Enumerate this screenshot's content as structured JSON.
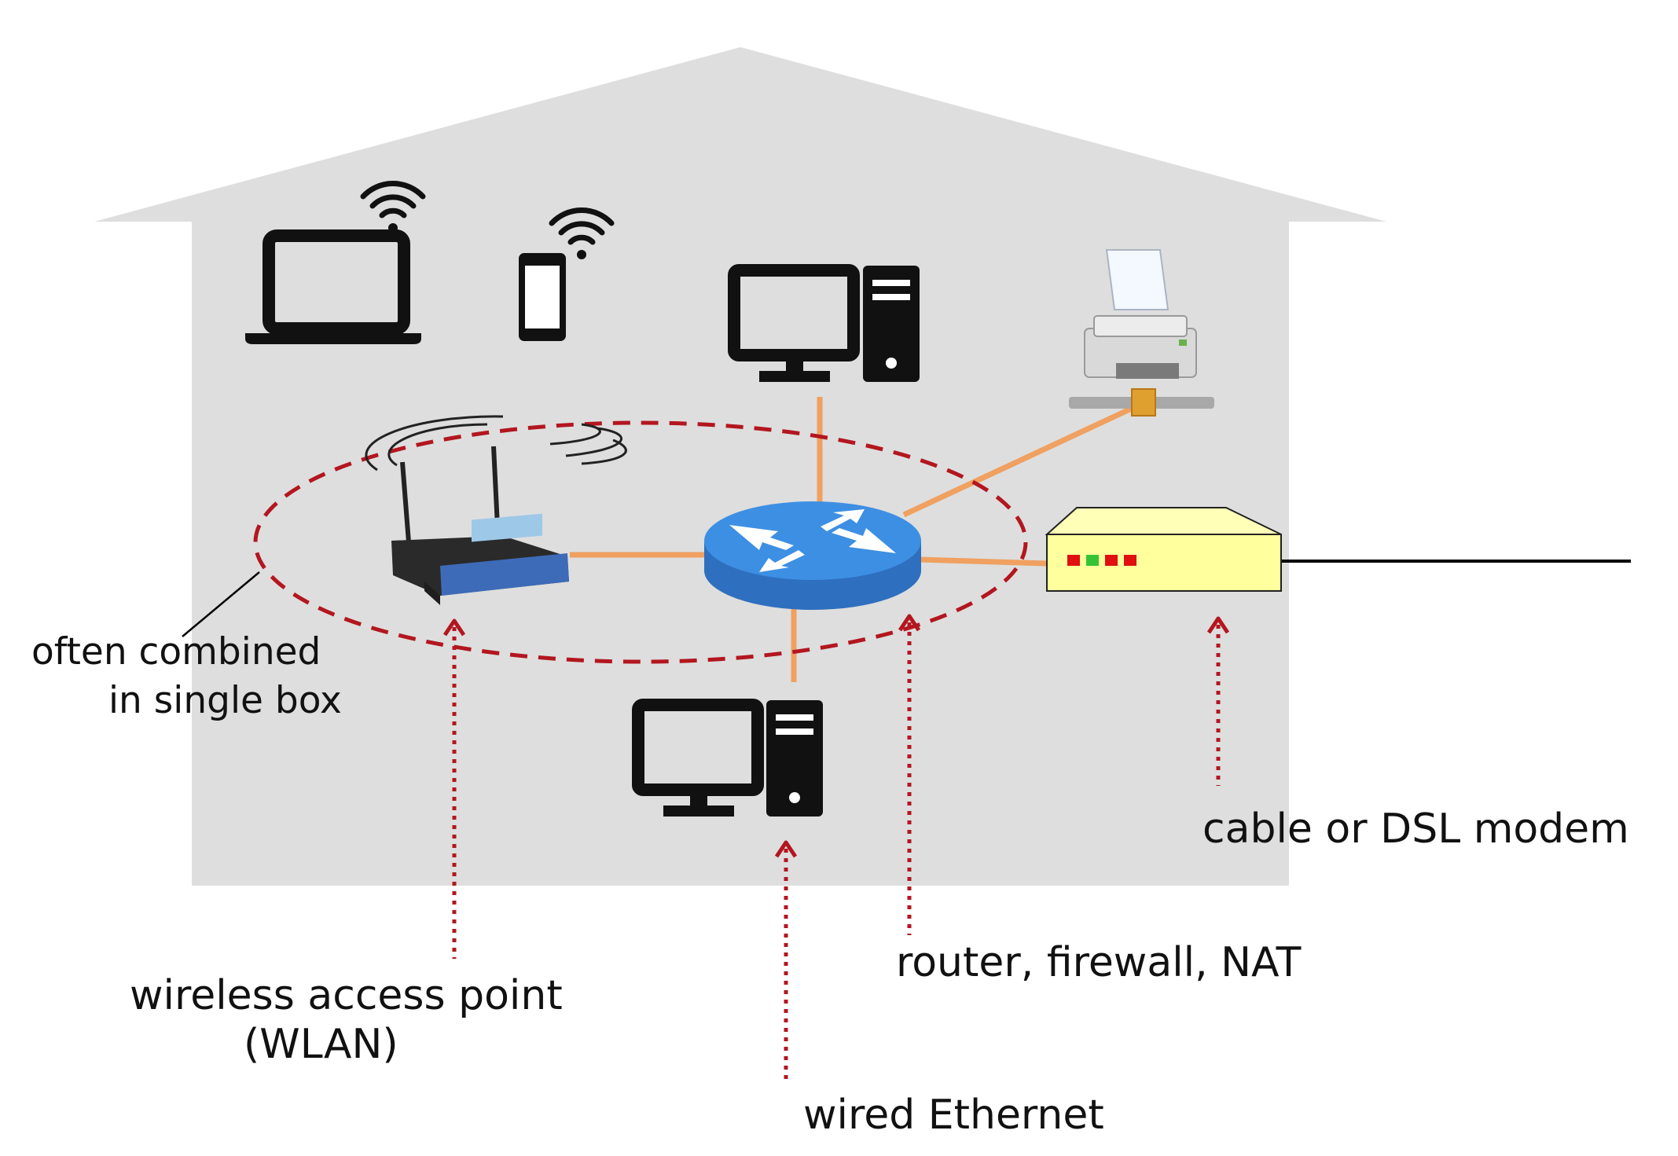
{
  "labels": {
    "combined_line1": "often combined",
    "combined_line2": "in single box",
    "modem": "cable or DSL modem",
    "router": "router, firewall, NAT",
    "wap_line1": "wireless access point",
    "wap_line2": "(WLAN)",
    "ethernet": "wired Ethernet"
  },
  "colors": {
    "house": "#dedede",
    "cable": "#f0a060",
    "dashed": "#b3161f",
    "router_body": "#2f77c8",
    "router_top": "#3d8fe3",
    "modem_body": "#ffff9e",
    "device": "#111111"
  },
  "icons": [
    "laptop-icon",
    "smartphone-icon",
    "wifi-icon",
    "desktop-computer-icon",
    "printer-icon",
    "wireless-access-point-icon",
    "router-icon",
    "modem-icon"
  ]
}
